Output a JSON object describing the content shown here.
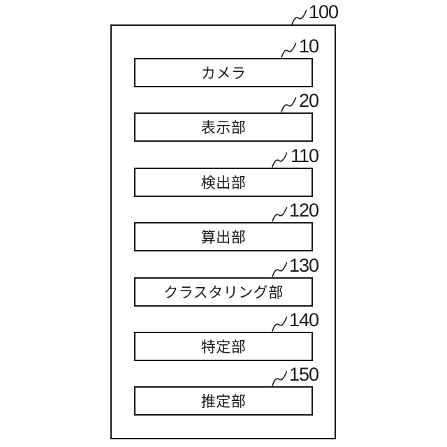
{
  "figure": {
    "type": "block-diagram",
    "system_ref": "100",
    "line_color": "#1a1a1a",
    "background": "#ffffff"
  },
  "units": [
    {
      "ref": "10",
      "label": "カメラ"
    },
    {
      "ref": "20",
      "label": "表示部"
    },
    {
      "ref": "110",
      "label": "検出部"
    },
    {
      "ref": "120",
      "label": "算出部"
    },
    {
      "ref": "130",
      "label": "クラスタリング部"
    },
    {
      "ref": "140",
      "label": "特定部"
    },
    {
      "ref": "150",
      "label": "推定部"
    }
  ]
}
